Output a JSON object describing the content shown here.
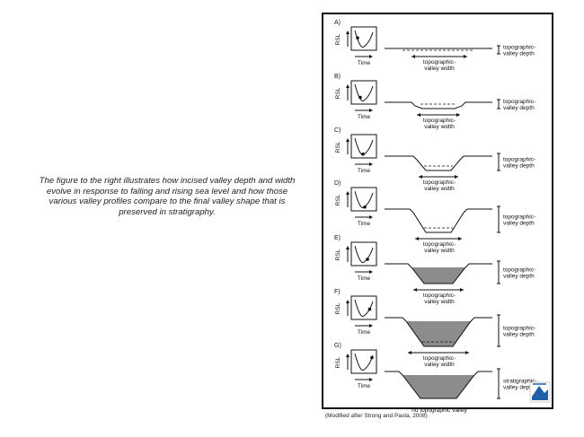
{
  "caption": {
    "lines": [
      "The figure to the right  illustrates how incised valley depth and width",
      "evolve in response to falling and rising sea level and how those",
      "various valley profiles compare to the final valley shape that is",
      "preserved in stratigraphy."
    ]
  },
  "figure": {
    "rsl_label": "RSL",
    "time_label": "Time",
    "panels": [
      {
        "letter": "A)",
        "width_label": [
          "topographic-",
          "valley width"
        ],
        "depth_label": [
          "topographic-",
          "valley depth"
        ]
      },
      {
        "letter": "B)",
        "width_label": [
          "topographic-",
          "valley width"
        ],
        "depth_label": [
          "topographic-",
          "valley depth"
        ]
      },
      {
        "letter": "C)",
        "width_label": [
          "topographic-",
          "valley width"
        ],
        "depth_label": [
          "topographic-",
          "valley depth"
        ]
      },
      {
        "letter": "D)",
        "width_label": [
          "topographic-",
          "valley width"
        ],
        "depth_label": [
          "topographic-",
          "valley depth"
        ]
      },
      {
        "letter": "E)",
        "width_label": [
          "topographic-",
          "valley width"
        ],
        "depth_label": [
          "topographic-",
          "valley depth"
        ]
      },
      {
        "letter": "F)",
        "width_label": [
          "topographic-",
          "valley width"
        ],
        "depth_label": [
          "topographic-",
          "valley depth"
        ]
      },
      {
        "letter": "G)",
        "width_label": [
          "no topographic valley"
        ],
        "depth_label": [
          "stratigraphic-",
          "valley depth"
        ]
      }
    ],
    "colors": {
      "fill": "#8c8c8c",
      "line": "#111111",
      "logo_blue": "#1e5fa8"
    }
  },
  "credit": "(Modified after Strong and Paola, 2008)"
}
